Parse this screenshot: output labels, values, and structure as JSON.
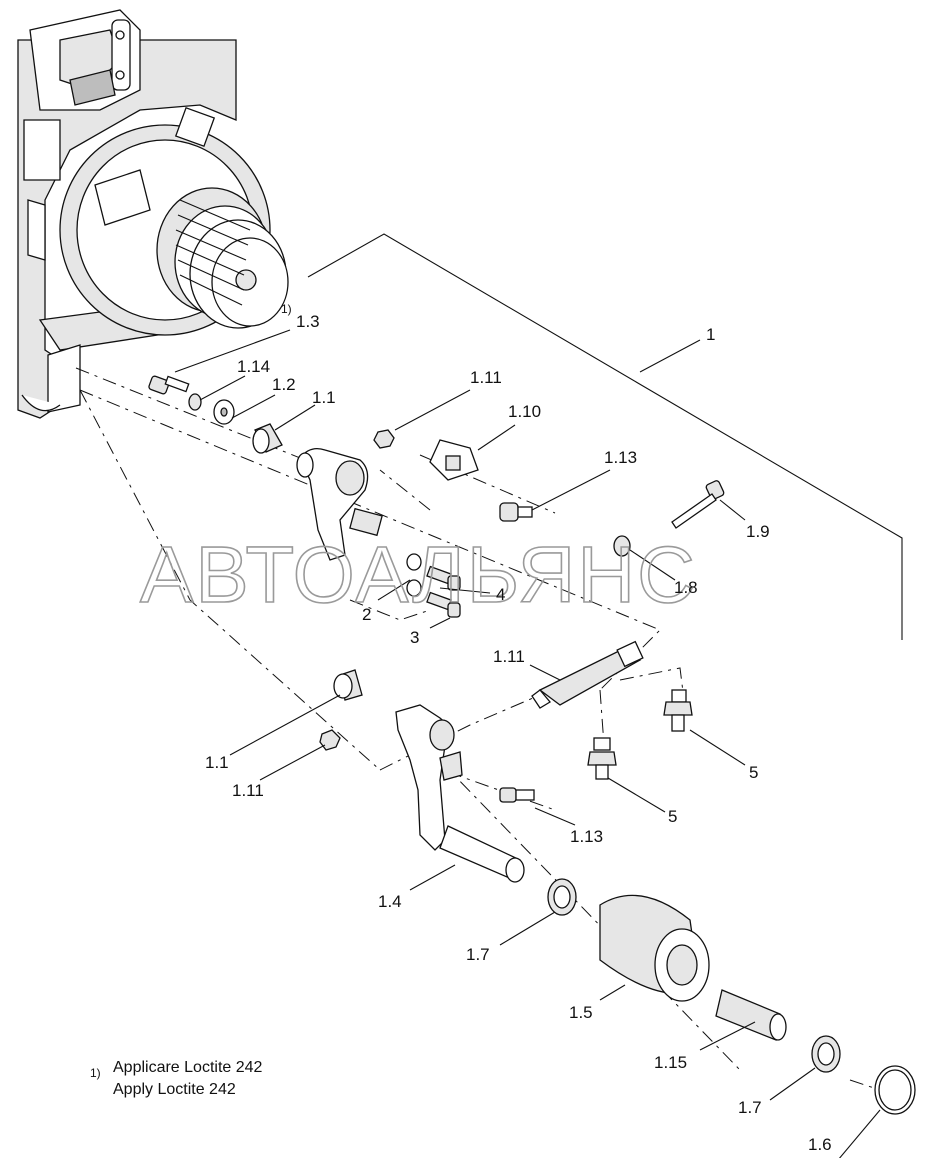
{
  "watermark": "АВТОАЛЬЯНС",
  "labels": {
    "l1": "1",
    "l1_3": "1.3",
    "l1_14": "1.14",
    "l1_2": "1.2",
    "l1_1a": "1.1",
    "l1_11a": "1.11",
    "l1_10": "1.10",
    "l1_13a": "1.13",
    "l1_9": "1.9",
    "l1_8": "1.8",
    "l2": "2",
    "l4": "4",
    "l3": "3",
    "l1_11b": "1.11",
    "l1_1b": "1.1",
    "l1_11c": "1.11",
    "l5a": "5",
    "l5b": "5",
    "l1_13b": "1.13",
    "l1_4": "1.4",
    "l1_7a": "1.7",
    "l1_5": "1.5",
    "l1_15": "1.15",
    "l1_7b": "1.7",
    "l1_6": "1.6"
  },
  "footnote_marker": "1)",
  "footnote": {
    "marker": "1)",
    "line1": "Applicare Loctite 242",
    "line2": "Apply Loctite 242"
  }
}
